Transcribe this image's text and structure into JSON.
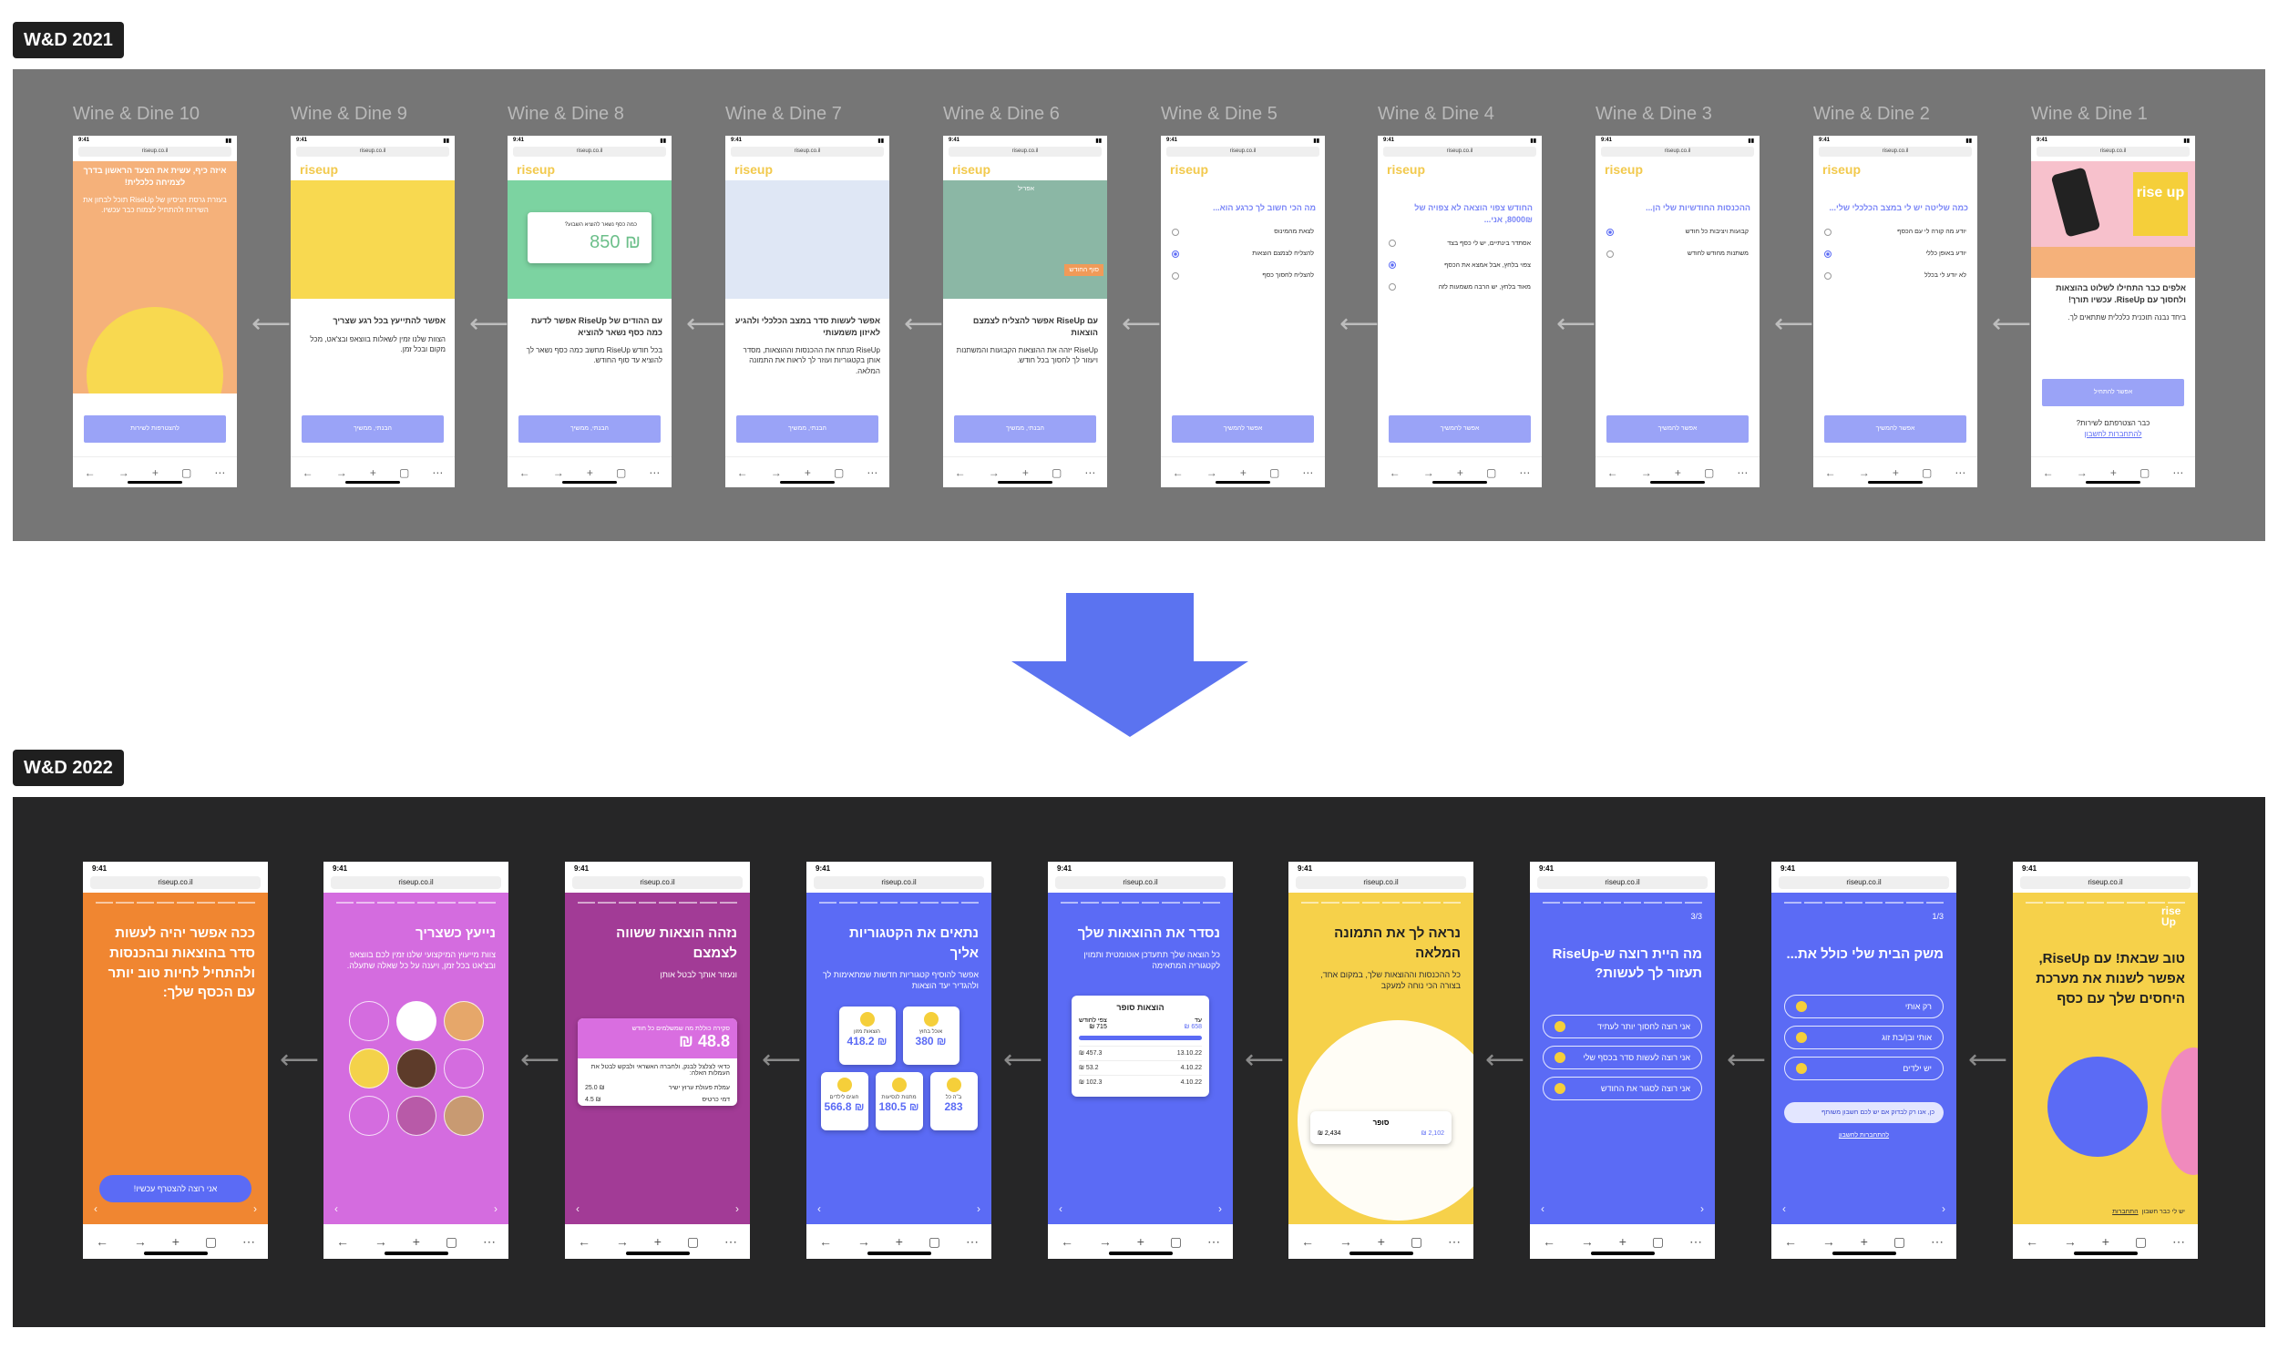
{
  "tags": {
    "before": "W&D 2021",
    "after": "W&D 2022"
  },
  "frames_2021": [
    {
      "title": "Wine & Dine 10",
      "headline": "איזה כיף, עשית את הצעד הראשון בדרך לצמיחה כלכלית!",
      "body": "בעזרת גרסת הניסיון של RiseUp תוכל לבחון את השירות ולהתחיל לצמוח כבר עכשיו.",
      "cta": "להצטרפות לשירות"
    },
    {
      "title": "Wine & Dine 9",
      "headline": "אפשר להתייעץ בכל רגע שצריך",
      "body": "הצוות שלנו זמין לשאלות בווצאפ ובצ'אט, מכל מקום ובכל זמן.",
      "cta": "הבנתי, ממשיך"
    },
    {
      "title": "Wine & Dine 8",
      "headline": "עם ההודים של RiseUp אפשר לדעת כמה כסף נשאר להוציא",
      "body": "בכל חודש RiseUp מחשב כמה כסף נשאר לך להוציא עד סוף החודש.",
      "cta": "הבנתי, ממשיך",
      "card_question": "כמה כסף נשאר להוציא השבוע?",
      "card_amount": "850 ₪"
    },
    {
      "title": "Wine & Dine 7",
      "headline": "אפשר לעשות סדר במצב הכלכלי ולהגיע לאיזון משמעותי",
      "body": "RiseUp מנתח את ההכנסות וההוצאות, מסדר אותן בקטגוריות ועוזר לך לראות את התמונה המלאה.",
      "cta": "הבנתי, ממשיך"
    },
    {
      "title": "Wine & Dine 6",
      "headline": "עם RiseUp אפשר להצליח לצמצם הוצאות",
      "body": "RiseUp יזהה את ההוצאות הקבועות והמשתנות ויעזור לך לחסוך בכל חודש.",
      "cta": "הבנתי, ממשיך",
      "chart_top": "אפריל",
      "chart_badge": "סוף החודש"
    },
    {
      "title": "Wine & Dine 5",
      "question": "מה הכי חשוב לך כרגע הוא...",
      "options": [
        "לצאת מהמינוס",
        "להצליח לצמצם הוצאות",
        "להצליח לחסוך כסף"
      ],
      "selected": 1,
      "cta": "אפשר להמשיך"
    },
    {
      "title": "Wine & Dine 4",
      "question": "החודש צפוי הוצאה לא צפויה של 8000₪, אני...",
      "options": [
        "אסתדר בינתיים, יש לי כסף בצד",
        "צפוי בלחץ, אבל אמצא את הכסף",
        "מאוד בלחץ, יש הרבה משמעות לזה"
      ],
      "selected": 1,
      "cta": "אפשר להמשיך"
    },
    {
      "title": "Wine & Dine 3",
      "question": "ההכנסות החודשיות שלי הן...",
      "options": [
        "קבועות ויציבות כל חודש",
        "משתנות מחודש לחודש"
      ],
      "selected": 0,
      "cta": "אפשר להמשיך"
    },
    {
      "title": "Wine & Dine 2",
      "question": "כמה שליטה יש לי במצב הכלכלי שלי...",
      "options": [
        "יודע מה קורה לי עם הכסף",
        "יודע באופן כללי",
        "לא יודע לי בכלל"
      ],
      "selected": 1,
      "cta": "אפשר להמשיך"
    },
    {
      "title": "Wine & Dine 1",
      "headline": "אלפים כבר התחילו לשלוט בהוצאות ולחסוך עם RiseUp. עכשיו תורך!",
      "body": "ביחד נבנה תוכנית כלכלית שתתאים לך.",
      "cta": "אפשר להתחיל",
      "link1": "כבר הצטרפתם לשירות?",
      "link2": "להתחברות לחשבון",
      "logo": "rise up"
    }
  ],
  "frames_2022": [
    {
      "color": "#f08631",
      "headline": "ככה אפשר יהיה לעשות סדר בהוצאות ובהכנסות ולהתחיל לחיות טוב יותר עם הכסף שלך:",
      "cta": "אני רוצה להצטרף עכשיו!"
    },
    {
      "color": "#d46cdf",
      "headline": "נייעץ כשצריך",
      "sub": "צוות מייעוץ המיקצועי שלנו זמין לכם בווצאפ ובצ'אט בכל זמן, ויענה על כל שאלה שתעלה."
    },
    {
      "color": "#a23b96",
      "headline": "נזהה הוצאות ששווה לצמצם",
      "sub": "ונעזור אותך לבטל אותן",
      "card_label": "סקירה כוללת מה שמשלמים כל חודש",
      "card_amount": "48.8 ₪",
      "card_note": "כדאי לצלצל לבנק, ולחברה האשראי ולבקש לבטל את העמלות האלה:",
      "rows": [
        {
          "name": "עמלת פעולת ערוץ ישיר",
          "value": "25.0 ₪"
        },
        {
          "name": "דמי כרטיס",
          "value": "4.5 ₪"
        }
      ]
    },
    {
      "color": "#5b6bf5",
      "headline": "נתאים את הקטגוריות אליך",
      "sub": "אפשר להוסיף קטגוריות חדשות שמתאימות לך ולהגדיר יעד הוצאות",
      "tiles": [
        {
          "name": "הוצאות מזון",
          "value": "418.2 ₪"
        },
        {
          "name": "אוכל בחוץ",
          "value": "380 ₪"
        },
        {
          "name": "חוגים לילדים",
          "value": "566.8 ₪"
        },
        {
          "name": "מתנות לנסיעות",
          "value": "180.5 ₪"
        },
        {
          "name": "ב\"ה כל",
          "value": "283"
        }
      ]
    },
    {
      "color": "#5b6bf5",
      "headline": "נסדר את ההוצאות שלך",
      "sub": "כל הוצאה שלך תתעדכן אוטומטית ותמוין לקטגוריה המתאימה",
      "card_title": "הוצאות סופר",
      "card_left_label": "צפי לחודש",
      "card_left": "715 ₪",
      "card_right_label": "עד",
      "card_right": "658 ₪",
      "rows": [
        {
          "date": "13.10.22",
          "value": "457.3 ₪"
        },
        {
          "date": "4.10.22",
          "value": "53.2 ₪"
        },
        {
          "date": "4.10.22",
          "value": "102.3 ₪"
        }
      ]
    },
    {
      "color": "#f6d14a",
      "headline": "נראה לך את התמונה המלאה",
      "sub": "כל ההכנסות וההוצאות שלך, במקום אחד, בצורה הכי נוחה למעקב",
      "card_title": "סופר",
      "card_left": "2,434 ₪",
      "card_right": "2,102 ₪"
    },
    {
      "color": "#5b6bf5",
      "step": "3/3",
      "headline": "מה היית רוצה ש-RiseUp תעזור לך לעשות?",
      "options": [
        "אני רוצה לחסוך יותר לעתיד",
        "אני רוצה לעשות סדר בכסף שלי",
        "אני רוצה לסגור את החודש"
      ]
    },
    {
      "color": "#5b6bf5",
      "step": "1/3",
      "headline": "משק הבית שלי כולל את...",
      "options": [
        "רק אותי",
        "אותי ובן/בת זוג",
        "יש ילדים"
      ],
      "info": "כן, אנו רק לבדוק אם יש לכם חשבון משותף",
      "link": "להתחברות לחשבון"
    },
    {
      "color": "#f6d14a",
      "headline": "טוב שבאת! עם RiseUp, אפשר לשנות את מערכת היחסים שלך עם כסף",
      "logo": "rise Up",
      "caption": "יש לי כבר חשבון",
      "caption_link": "התחברות"
    }
  ],
  "chrome": {
    "time": "9:41",
    "url": "riseup.co.il"
  },
  "colors": {
    "section_2021": "#767676",
    "section_2022": "#262627",
    "accent_arrow": "#5b73f0"
  }
}
